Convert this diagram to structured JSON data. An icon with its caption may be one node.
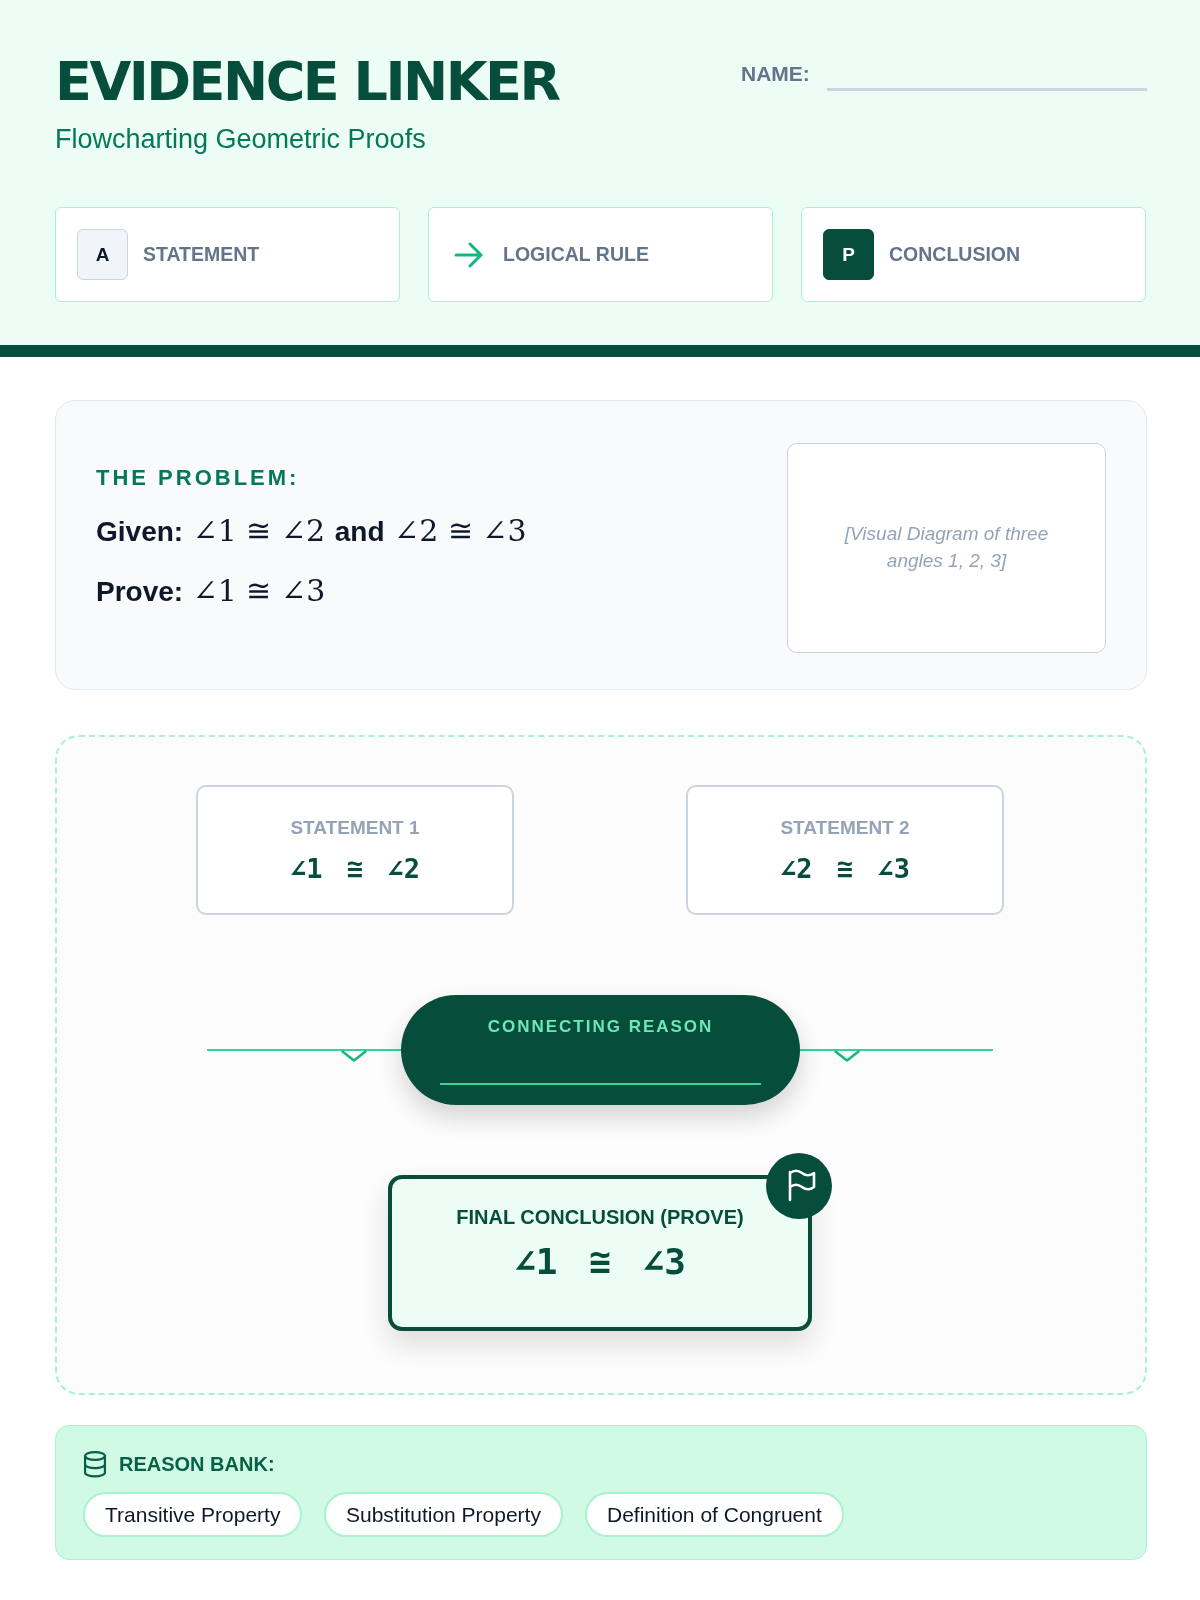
{
  "diagram": {
    "title": "EVIDENCE LINKER",
    "nodes": [
      {
        "text": [
          "THE PROBLEM:",
          "**Given:** ∠1 ≅ ∠2 **and** ∠2 ≅ ∠3",
          "**Prove:** ∠1 ≅ ∠3"
        ]
      },
      {
        "text": [
          "[Visual Diagram of three angles 1, 2, 3]"
        ],
        "in": 0
      },
      {
        "text": [
          "STATEMENT 1",
          "∠1 ≅ ∠2"
        ]
      },
      {
        "text": [
          "STATEMENT 2",
          "∠2 ≅ ∠3"
        ]
      },
      {
        "text": [
          "CONNECTING REASON"
        ]
      },
      {
        "text": [
          "FINAL CONCLUSION (PROVE)",
          "∠1 ≅ ∠3"
        ]
      },
      {
        "text": [
          "REASON BANK:"
        ]
      },
      {
        "text": [
          "Transitive Property"
        ],
        "in": 6
      },
      {
        "text": [
          "Substitution Property"
        ],
        "in": 6
      },
      {
        "text": [
          "Definition of Congruent"
        ],
        "in": 6
      }
    ],
    "edges": [
      {
        "from": null,
        "to": 4,
        "arrow": "none"
      },
      {
        "from": null,
        "to": 4,
        "arrow": "none"
      }
    ],
    "labels": [
      "NAME:",
      "Flowcharting Geometric Proofs",
      "A",
      "P"
    ],
    "legend": [
      {
        "text": "STATEMENT",
        "color": "#f1f5f9"
      },
      {
        "text": "LOGICAL RULE"
      },
      {
        "text": "CONCLUSION",
        "color": "#064e3b"
      }
    ]
  }
}
